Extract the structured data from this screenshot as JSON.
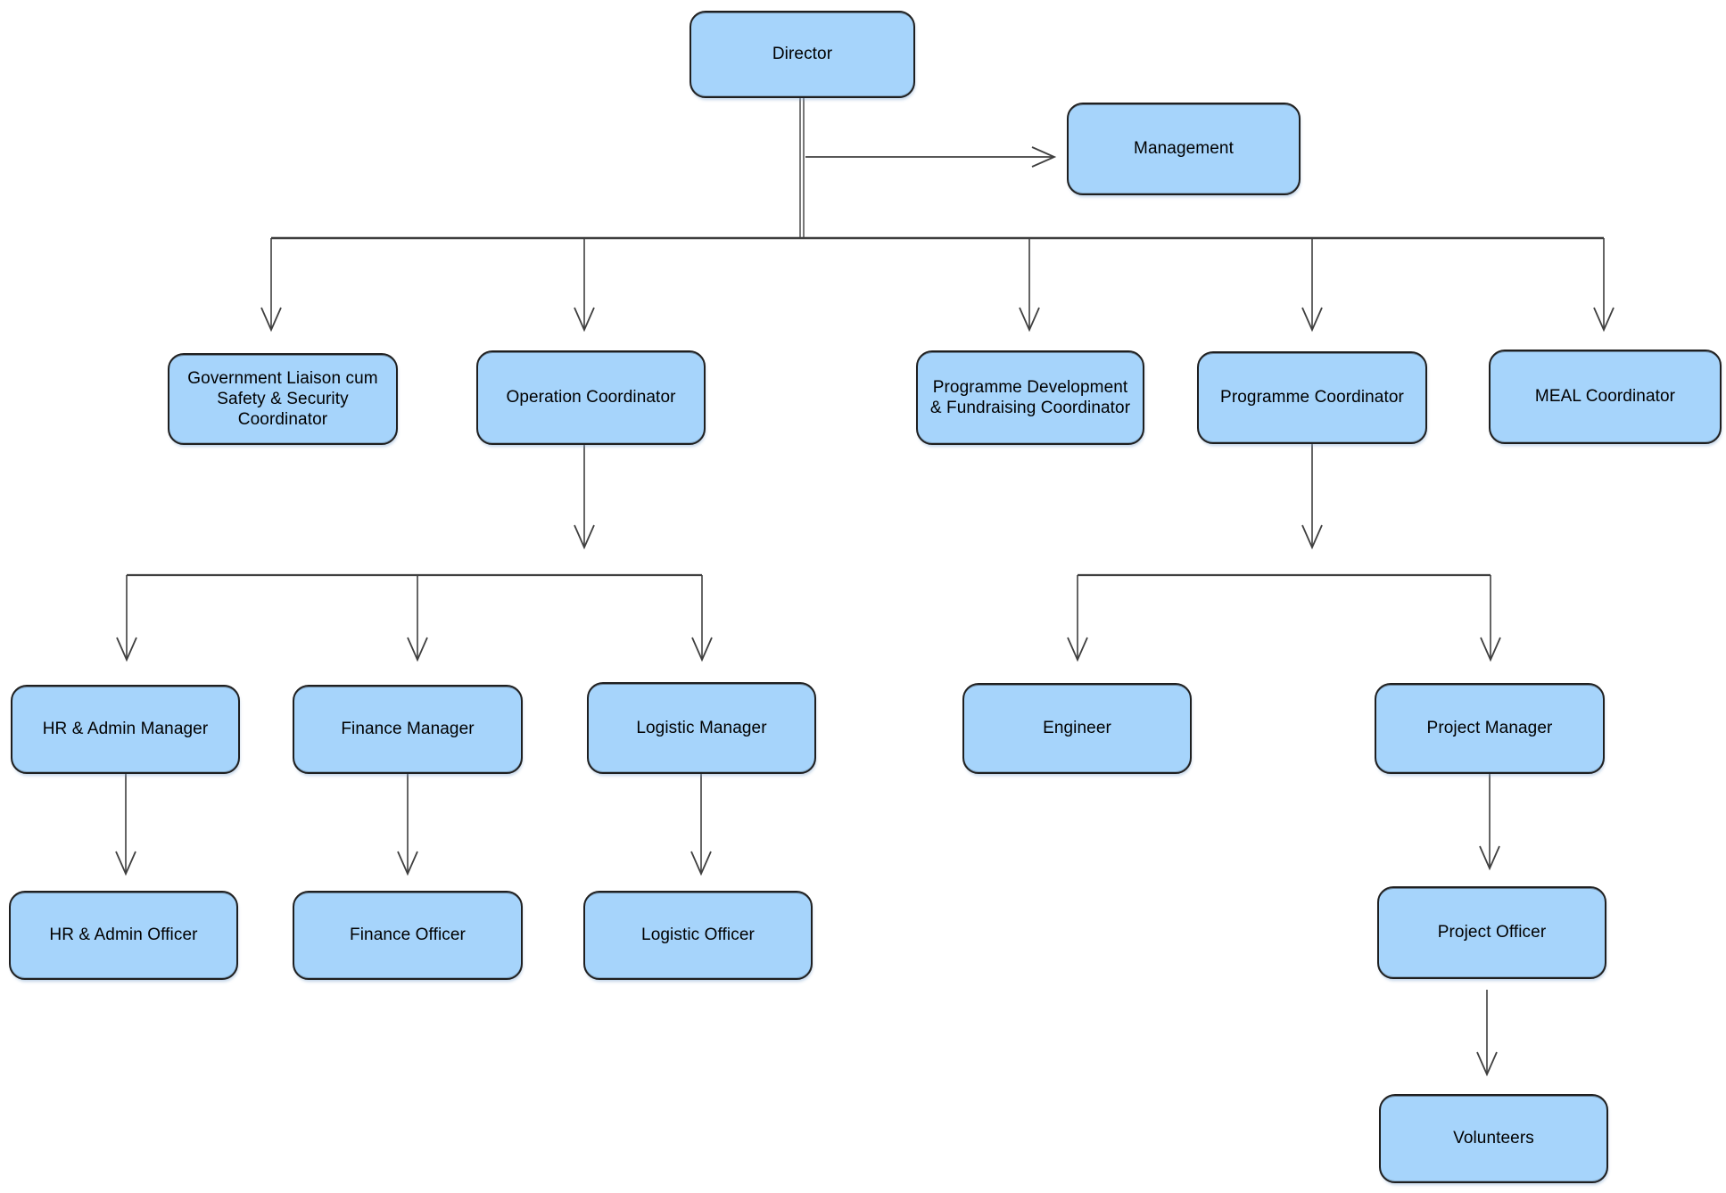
{
  "diagram": {
    "type": "org-chart",
    "background_color": "#ffffff",
    "node_fill_color": "#a6d4fb",
    "node_border_color": "#1f1f1f",
    "connector_color": "#3f3f3f",
    "text_color": "#000000",
    "nodes": {
      "director": {
        "label": "Director",
        "reports_to": null
      },
      "management": {
        "label": "Management",
        "reports_to": "director"
      },
      "gov-liaison": {
        "label": "Government Liaison cum Safety & Security Coordinator",
        "reports_to": "director"
      },
      "operation-coordinator": {
        "label": "Operation Coordinator",
        "reports_to": "director"
      },
      "prog-dev-fundraising": {
        "label": "Programme Development & Fundraising Coordinator",
        "reports_to": "director"
      },
      "programme-coordinator": {
        "label": "Programme Coordinator",
        "reports_to": "director"
      },
      "meal-coordinator": {
        "label": "MEAL Coordinator",
        "reports_to": "director"
      },
      "hr-admin-manager": {
        "label": "HR & Admin Manager",
        "reports_to": "operation-coordinator"
      },
      "finance-manager": {
        "label": "Finance Manager",
        "reports_to": "operation-coordinator"
      },
      "logistic-manager": {
        "label": "Logistic Manager",
        "reports_to": "operation-coordinator"
      },
      "engineer": {
        "label": "Engineer",
        "reports_to": "programme-coordinator"
      },
      "project-manager": {
        "label": "Project Manager",
        "reports_to": "programme-coordinator"
      },
      "hr-admin-officer": {
        "label": "HR & Admin Officer",
        "reports_to": "hr-admin-manager"
      },
      "finance-officer": {
        "label": "Finance Officer",
        "reports_to": "finance-manager"
      },
      "logistic-officer": {
        "label": "Logistic Officer",
        "reports_to": "logistic-manager"
      },
      "project-officer": {
        "label": "Project Officer",
        "reports_to": "project-manager"
      },
      "volunteers": {
        "label": "Volunteers",
        "reports_to": "project-officer"
      }
    }
  }
}
